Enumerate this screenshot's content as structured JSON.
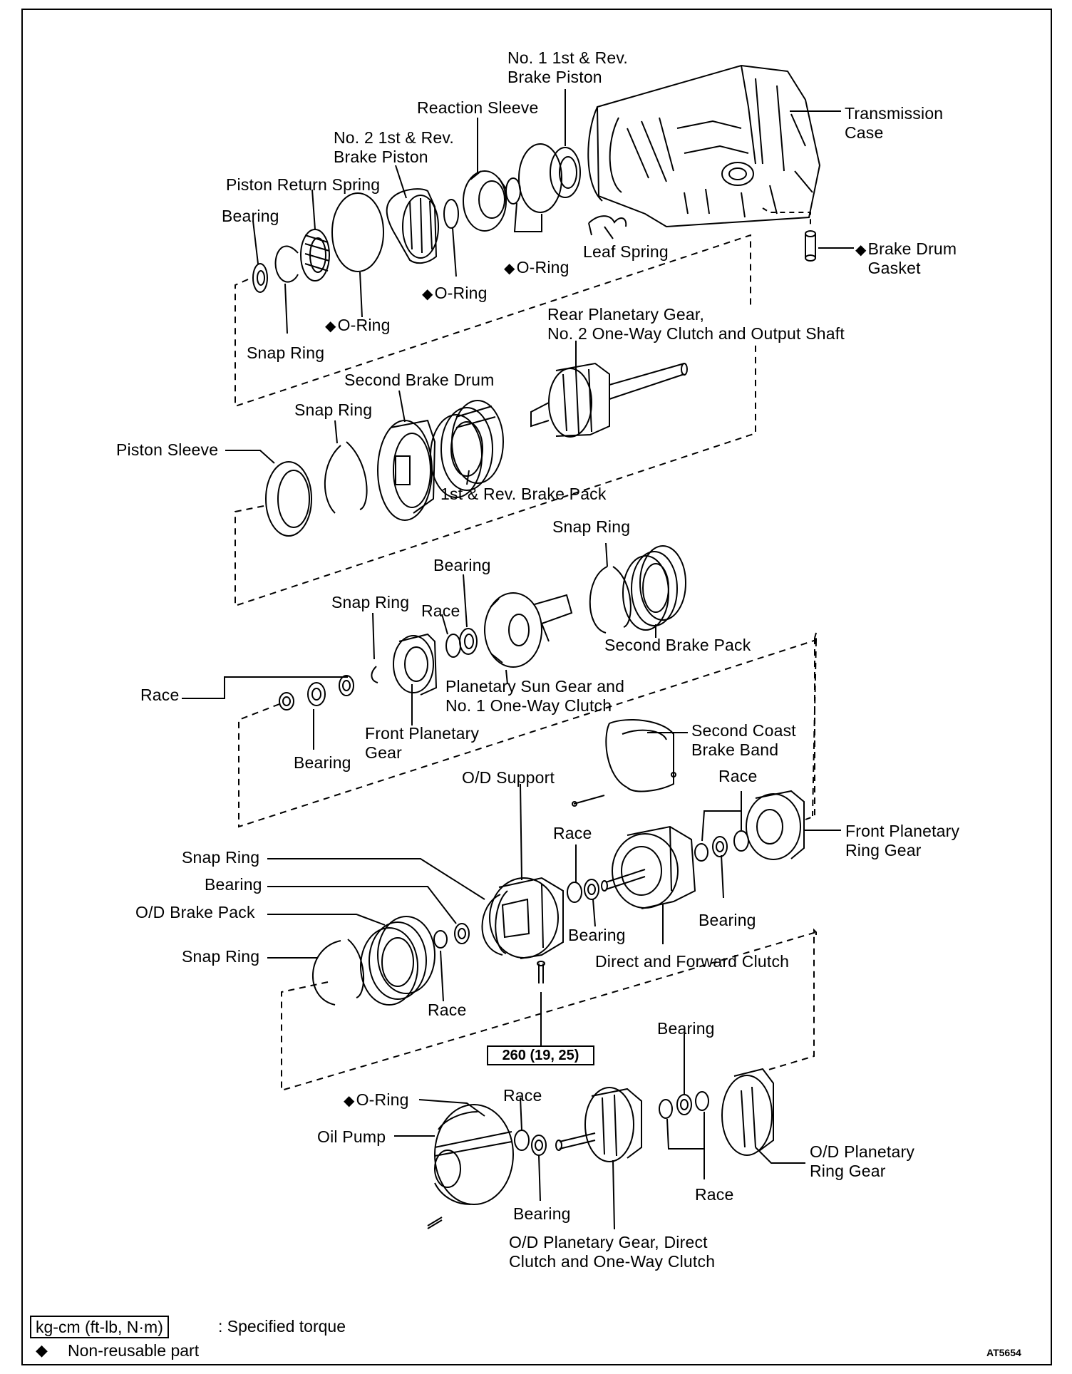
{
  "labels": {
    "no1_piston": "No. 1 1st & Rev.\nBrake Piston",
    "reaction_sleeve": "Reaction Sleeve",
    "transmission_case": "Transmission\nCase",
    "no2_piston": "No. 2 1st & Rev.\nBrake Piston",
    "piston_return_spring": "Piston Return Spring",
    "bearing_1": "Bearing",
    "leaf_spring": "Leaf Spring",
    "brake_drum_gasket": "Brake Drum\nGasket",
    "oring_1": "O-Ring",
    "oring_2": "O-Ring",
    "oring_3": "O-Ring",
    "snap_ring_1": "Snap Ring",
    "rear_planetary": "Rear Planetary Gear,\nNo. 2 One-Way Clutch and Output Shaft",
    "second_brake_drum": "Second Brake Drum",
    "snap_ring_2": "Snap Ring",
    "piston_sleeve": "Piston Sleeve",
    "brake_pack_1st_rev": "1st & Rev. Brake Pack",
    "snap_ring_3": "Snap Ring",
    "bearing_2": "Bearing",
    "snap_ring_4": "Snap Ring",
    "race_1": "Race",
    "second_brake_pack": "Second Brake Pack",
    "race_2": "Race",
    "sun_gear": "Planetary Sun Gear and\nNo. 1 One-Way Clutch",
    "front_planetary_gear": "Front Planetary\nGear",
    "bearing_3": "Bearing",
    "second_coast_band": "Second Coast\nBrake Band",
    "od_support": "O/D Support",
    "race_3": "Race",
    "race_4": "Race",
    "front_planetary_ring": "Front Planetary\nRing Gear",
    "snap_ring_5": "Snap Ring",
    "bearing_4": "Bearing",
    "od_brake_pack": "O/D Brake Pack",
    "bearing_5": "Bearing",
    "bearing_6": "Bearing",
    "snap_ring_6": "Snap Ring",
    "direct_forward_clutch": "Direct and Forward Clutch",
    "race_5": "Race",
    "bearing_7": "Bearing",
    "oring_4": "O-Ring",
    "race_6": "Race",
    "oil_pump": "Oil Pump",
    "od_planetary_ring": "O/D Planetary\nRing Gear",
    "race_7": "Race",
    "bearing_8": "Bearing",
    "od_planetary_gear": "O/D Planetary Gear, Direct\nClutch and One-Way Clutch"
  },
  "torque": "260 (19, 25)",
  "legend": {
    "unit_box": "kg-cm (ft-lb, N·m)",
    "unit_desc": ":  Specified torque",
    "mark": "◆",
    "mark_desc": "Non-reusable part"
  },
  "figure_code": "AT5654"
}
